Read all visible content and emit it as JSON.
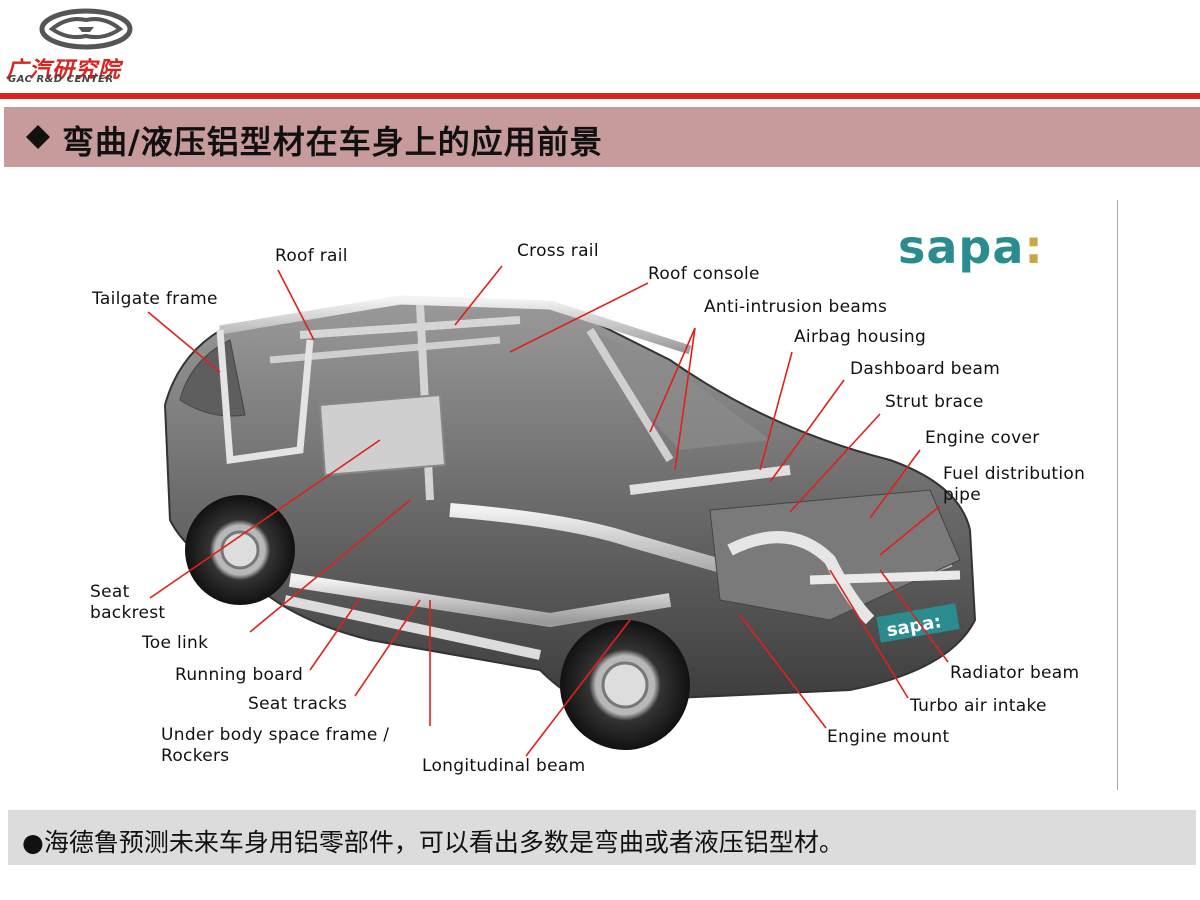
{
  "header": {
    "logo_cn": "广汽研究院",
    "logo_en": "GAC R&D CENTER",
    "title": "弯曲/液压铝型材在车身上的应用前景"
  },
  "figure": {
    "brand_logo": "sapa",
    "brand_logo_colon": ":",
    "badge_on_car": "sapa:",
    "callouts": {
      "roof_rail": "Roof rail",
      "cross_rail": "Cross rail",
      "roof_console": "Roof console",
      "tailgate_frame": "Tailgate frame",
      "anti_intrusion": "Anti-intrusion beams",
      "airbag_housing": "Airbag housing",
      "dashboard_beam": "Dashboard beam",
      "strut_brace": "Strut brace",
      "engine_cover": "Engine cover",
      "fuel_pipe_1": "Fuel distribution",
      "fuel_pipe_2": "pipe",
      "seat_backrest_1": "Seat",
      "seat_backrest_2": "backrest",
      "toe_link": "Toe link",
      "running_board": "Running board",
      "seat_tracks": "Seat tracks",
      "under_body_1": "Under body space frame /",
      "under_body_2": "Rockers",
      "longitudinal_beam": "Longitudinal beam",
      "radiator_beam": "Radiator beam",
      "turbo_air_intake": "Turbo air intake",
      "engine_mount": "Engine mount"
    }
  },
  "note": {
    "text": "●海德鲁预测未来车身用铝零部件，可以看出多数是弯曲或者液压铝型材。"
  },
  "colors": {
    "brand_red": "#d9231f",
    "title_bar": "#c79a9c",
    "note_bar": "#dcdcdc",
    "sapa_teal": "#2a8c8e",
    "leader_line": "#e0201c"
  }
}
